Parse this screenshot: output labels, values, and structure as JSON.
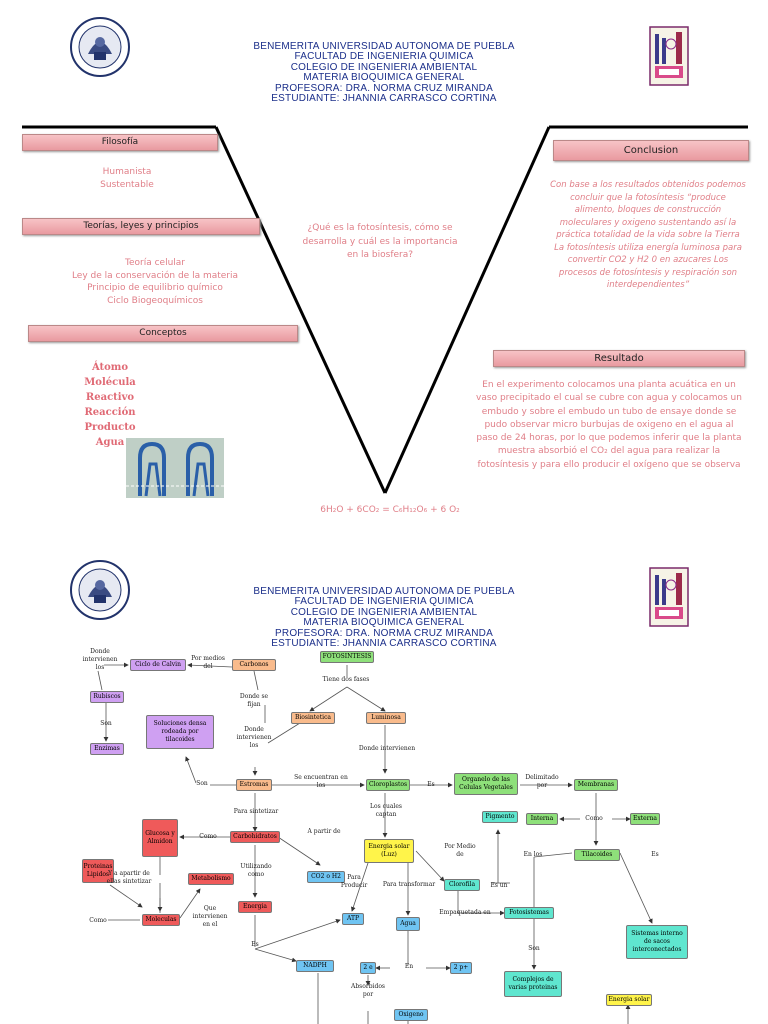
{
  "header": {
    "lines": [
      "BENEMERITA UNIVERSIDAD AUTONOMA DE PUEBLA",
      "FACULTAD DE INGENIERIA QUIMICA",
      "COLEGIO DE INGENIERIA AMBIENTAL",
      "MATERIA BIOQUIMICA GENERAL",
      "PROFESORA: DRA. NORMA  CRUZ MIRANDA",
      "ESTUDIANTE: JHANNIA CARRASCO CORTINA"
    ]
  },
  "page1": {
    "filosofia": {
      "title": "Filosofía",
      "items": [
        "Humanista",
        "Sustentable"
      ]
    },
    "teorias": {
      "title": "Teorías, leyes y principios",
      "items": [
        "Teoría celular",
        "Ley de la conservación de la materia",
        "Principio de equilibrio químico",
        "Ciclo Biogeoquímicos"
      ]
    },
    "conceptos": {
      "title": "Conceptos",
      "items": [
        "Átomo",
        "Molécula",
        "Reactivo",
        "Reacción",
        "Producto",
        "Agua"
      ]
    },
    "question": "¿Qué es la fotosíntesis, cómo se desarrolla y cuál es la importancia en la biosfera?",
    "conclusion": {
      "title": "Conclusion",
      "text": "Con base a los resultados obtenidos podemos concluir que la fotosíntesis “produce alimento, bloques de construcción moleculares y oxigeno sustentando así la práctica totalidad de la vida sobre la Tierra La fotosíntesis utiliza energía luminosa para convertir CO2 y H2 0 en azucares Los procesos de fotosíntesis y respiración son interdependientes”"
    },
    "resultado": {
      "title": "Resultado",
      "text": "En el experimento colocamos una planta acuática en un vaso precipitado el cual se cubre con agua y colocamos un embudo y sobre el embudo un tubo de ensaye donde se pudo  observar micro burbujas de oxigeno en el agua al paso de 24 horas, por lo que podemos inferir que la planta muestra absorbió el CO₂ del agua para realizar la fotosíntesis y para ello producir el oxígeno que se observa"
    },
    "equation": "6H₂O + 6CO₂ = C₆H₁₂O₆ + 6 O₂"
  },
  "conceptmap": {
    "nodes": {
      "fotosintesis": "FOTOSINTESIS",
      "calvin": "Ciclo de Calvin",
      "carbonos": "Carbonos",
      "rubiscos": "Rubiscos",
      "enzimas": "Enzimas",
      "soluciones": "Soluciones densa rodeada por tilacoides",
      "biosintetica": "Biosintetica",
      "luminosa": "Luminosa",
      "estromas": "Estromas",
      "cloroplastos": "Cloroplastos",
      "organelo": "Organelo de las Celulas Vegetales",
      "membranas": "Membranas",
      "glucosa": "Glucosa y Almidon",
      "carbohidratos": "Carbohidratos",
      "pigmento": "Pigmento",
      "interna": "Interna",
      "externa": "Externa",
      "proteinas": "Proteinas Lipidos",
      "metabolismo": "Metabolismo",
      "energia_luz": "Energia solar (Luz)",
      "co2": "CO2 o H2",
      "clorofila": "Clorofila",
      "tilacoides": "Tilacoides",
      "moleculas": "Moleculas",
      "energia": "Energia",
      "atp": "ATP",
      "agua": "Agua",
      "fotosistemas": "Fotosistemas",
      "sistemas": "Sistemas interno de sacos interconectados",
      "nadph": "NADPH",
      "dos_e": "2 e",
      "dos_p": "2 p+",
      "complejos": "Complejos de varias proteinas",
      "energia_solar": "Energia solar",
      "oxigeno": "Oxigeno"
    },
    "labels": {
      "donde_intervienen_los": "Donde intervienen los",
      "por_medios_del": "Por medios del",
      "tiene_dos_fases": "Tiene dos fases",
      "son": "Son",
      "donde_se_fijan": "Donde se fijan",
      "donde_intervienen_los2": "Donde intervienen los",
      "donde_intervienen": "Donde intervienen",
      "son2": "Son",
      "se_encuentran": "Se encuentran en los",
      "es": "Es",
      "delimitado_por": "Delimitado por",
      "los_cuales_captan": "Los cuales captan",
      "para_sintetizar": "Para sintetizar",
      "como": "Como",
      "a_partir_de": "A partir de",
      "por_medio_de": "Por Medio de",
      "como2": "Como",
      "en_los": "En los",
      "es2": "Es",
      "utilizando_como": "Utilizando como",
      "y_a_partir": "Y a apartir de ellas sintetizar",
      "para_producir": "Para Producir",
      "para_transformar": "Para transformar",
      "es_un": "Es un",
      "que_intervienen": "Que intervienen en el",
      "como3": "Como",
      "empaquetada_en": "Empaquetada en",
      "es3": "Es",
      "son3": "Son",
      "en": "En",
      "absorbidos_por": "Absorbidos por"
    }
  }
}
